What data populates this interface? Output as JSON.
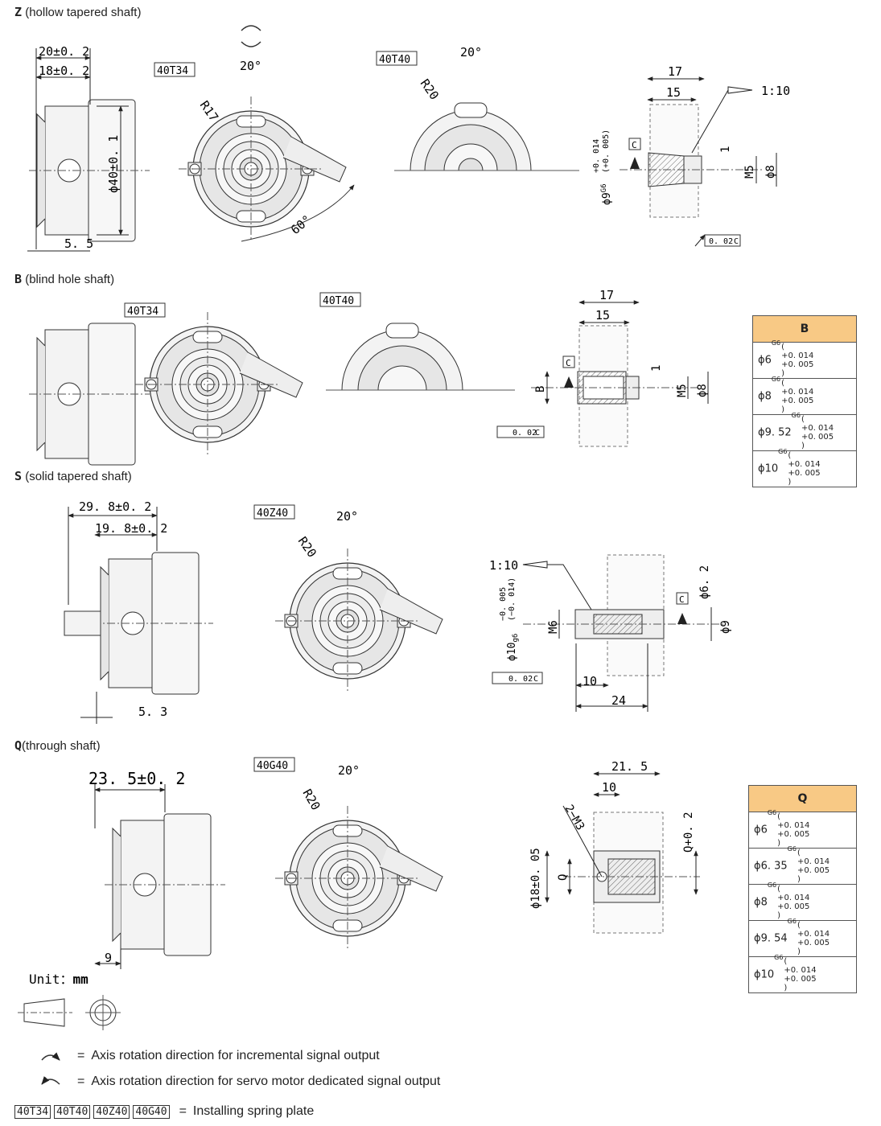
{
  "sections": {
    "z": {
      "letter": "Z",
      "desc": "(hollow tapered shaft)"
    },
    "b": {
      "letter": "B",
      "desc": "(blind hole shaft)"
    },
    "s": {
      "letter": "S",
      "desc": "(solid tapered shaft)"
    },
    "q": {
      "letter": "Q",
      "desc": "(through shaft)"
    }
  },
  "labels": {
    "plate_40t34": "40T34",
    "plate_40t40": "40T40",
    "plate_40z40": "40Z40",
    "plate_40g40": "40G40",
    "z_d1": "20±0. 2",
    "z_d2": "18±0. 2",
    "z_d3": "ϕ40±0. 1",
    "z_d4": "5. 5",
    "z_r17": "R17",
    "z_r20": "R20",
    "z_a20a": "20°",
    "z_a20b": "20°",
    "z_a60": "60°",
    "z_s17": "17",
    "z_s15": "15",
    "z_ratio": "1:10",
    "z_c": "C",
    "z_one": "1",
    "z_m5": "M5",
    "z_d8": "ϕ8",
    "z_d9": "ϕ9",
    "z_d9g": "G6",
    "z_d9t1": "+0. 014",
    "z_d9t2": "(+0. 005)",
    "z_run": "0. 02",
    "z_runc": "C",
    "b_s17": "17",
    "b_s15": "15",
    "b_c": "C",
    "b_one": "1",
    "b_m5": "M5",
    "b_d8": "ϕ8",
    "b_B": "B",
    "b_run": "0. 02",
    "b_runc": "C",
    "s_d1": "29. 8±0. 2",
    "s_d2": "19. 8±0. 2",
    "s_d3": "5. 3",
    "s_r20": "R20",
    "s_a20": "20°",
    "s_ratio": "1:10",
    "s_d62": "ϕ6. 2",
    "s_c": "C",
    "s_m6": "M6",
    "s_d9": "ϕ9",
    "s_d10": "ϕ10",
    "s_d10g": "g6",
    "s_d10t1": "−0. 005",
    "s_d10t2": "(−0. 014)",
    "s_run": "0. 02",
    "s_runc": "C",
    "s_10": "10",
    "s_24": "24",
    "q_d1": "23. 5±0. 2",
    "q_d2": "9",
    "q_r20": "R20",
    "q_a20": "20°",
    "q_s215": "21. 5",
    "q_s10": "10",
    "q_m3": "2−M3",
    "q_d18": "ϕ18±0. 05",
    "q_Q": "Q",
    "q_Q02": "Q+0. 2",
    "unit_label": "Unit：",
    "unit_value": "mm"
  },
  "table_b": {
    "header": "B",
    "rows": [
      {
        "d": "ϕ6",
        "g": "G6",
        "t1": "+0. 014",
        "t2": "+0. 005"
      },
      {
        "d": "ϕ8",
        "g": "G6",
        "t1": "+0. 014",
        "t2": "+0. 005"
      },
      {
        "d": "ϕ9. 52",
        "g": "G6",
        "t1": "+0. 014",
        "t2": "+0. 005"
      },
      {
        "d": "ϕ10",
        "g": "G6",
        "t1": "+0. 014",
        "t2": "+0. 005"
      }
    ]
  },
  "table_q": {
    "header": "Q",
    "rows": [
      {
        "d": "ϕ6",
        "g": "G6",
        "t1": "+0. 014",
        "t2": "+0. 005"
      },
      {
        "d": "ϕ6. 35",
        "g": "G6",
        "t1": "+0. 014",
        "t2": "+0. 005"
      },
      {
        "d": "ϕ8",
        "g": "G6",
        "t1": "+0. 014",
        "t2": "+0. 005"
      },
      {
        "d": "ϕ9. 54",
        "g": "G6",
        "t1": "+0. 014",
        "t2": "+0. 005"
      },
      {
        "d": "ϕ10",
        "g": "G6",
        "t1": "+0. 014",
        "t2": "+0. 005"
      }
    ]
  },
  "legend": {
    "eq": "=",
    "incremental": "Axis rotation direction for incremental signal output",
    "servo": "Axis rotation direction for servo motor dedicated signal output",
    "plates": [
      "40T34",
      "40T40",
      "40Z40",
      "40G40"
    ],
    "plates_desc": "Installing spring plate"
  }
}
